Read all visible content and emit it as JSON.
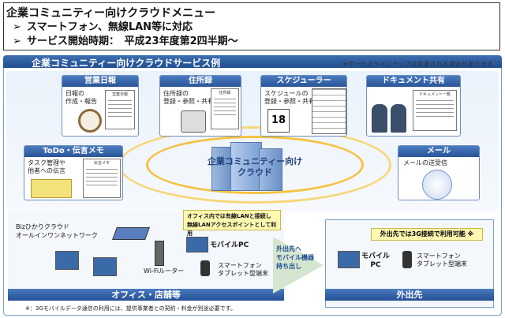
{
  "header": {
    "title": "企業コミュニティー向けクラウドメニュー",
    "bullets": [
      "スマートフォン、無線LAN等に対応",
      "サービス開始時期：　平成23年度第2四半期～"
    ]
  },
  "panel": {
    "title": "企業コミュニティー向けクラウドサービス例",
    "notice": "※サービスラインナップは変更される場合があります。"
  },
  "cards": {
    "sales": {
      "title": "営業日報",
      "text_1": "日報の",
      "text_2": "作成・報告",
      "doc_header": "営業日報"
    },
    "address": {
      "title": "住所録",
      "text_1": "住所録の",
      "text_2": "登録・参照・共有",
      "doc_header": "住所録"
    },
    "schedule": {
      "title": "スケジューラー",
      "text_1": "スケジュールの",
      "text_2": "登録・参照・共有",
      "day": "18"
    },
    "document": {
      "title": "ドキュメント共有",
      "doc_header": "ドキュメント一覧"
    },
    "todo": {
      "title": "ToDo・伝言メモ",
      "text_1": "タスク管理や",
      "text_2": "他者への伝言",
      "doc_header": "伝言メモ"
    },
    "mail": {
      "title": "メール",
      "text_1": "メールの送受信"
    }
  },
  "cloud": {
    "line_1": "企業コミュニティー向け",
    "line_2": "クラウド"
  },
  "office": {
    "network_1": "Bizひかりクラウド",
    "network_2": "オールインワンネットワーク",
    "callout_1": "オフィス内では有線LANと接続し",
    "callout_2": "無線LANアクセスポイントとして利用",
    "router": "Wi-Fiルーター",
    "mobile_pc": "モバイルPC",
    "smartphone_1": "スマートフォン",
    "smartphone_2": "タブレット型端末",
    "footer": "オフィス・店舗等"
  },
  "arrow": {
    "line_1": "外出先へ",
    "line_2": "モバイル機器",
    "line_3": "持ち出し"
  },
  "outside": {
    "callout": "外出先では3G接続で利用可能 ※",
    "mobile_pc_1": "モバイル",
    "mobile_pc_2": "PC",
    "smartphone_1": "スマートフォン",
    "smartphone_2": "タブレット型端末",
    "footer": "外出先"
  },
  "footnote": "※：3Gモバイルデータ通信の利用には、提供事業者との契約・料金が別途必要です。",
  "colors": {
    "accent": "#2a5597",
    "ring": "#f5c242",
    "callout": "#fff8b0"
  }
}
